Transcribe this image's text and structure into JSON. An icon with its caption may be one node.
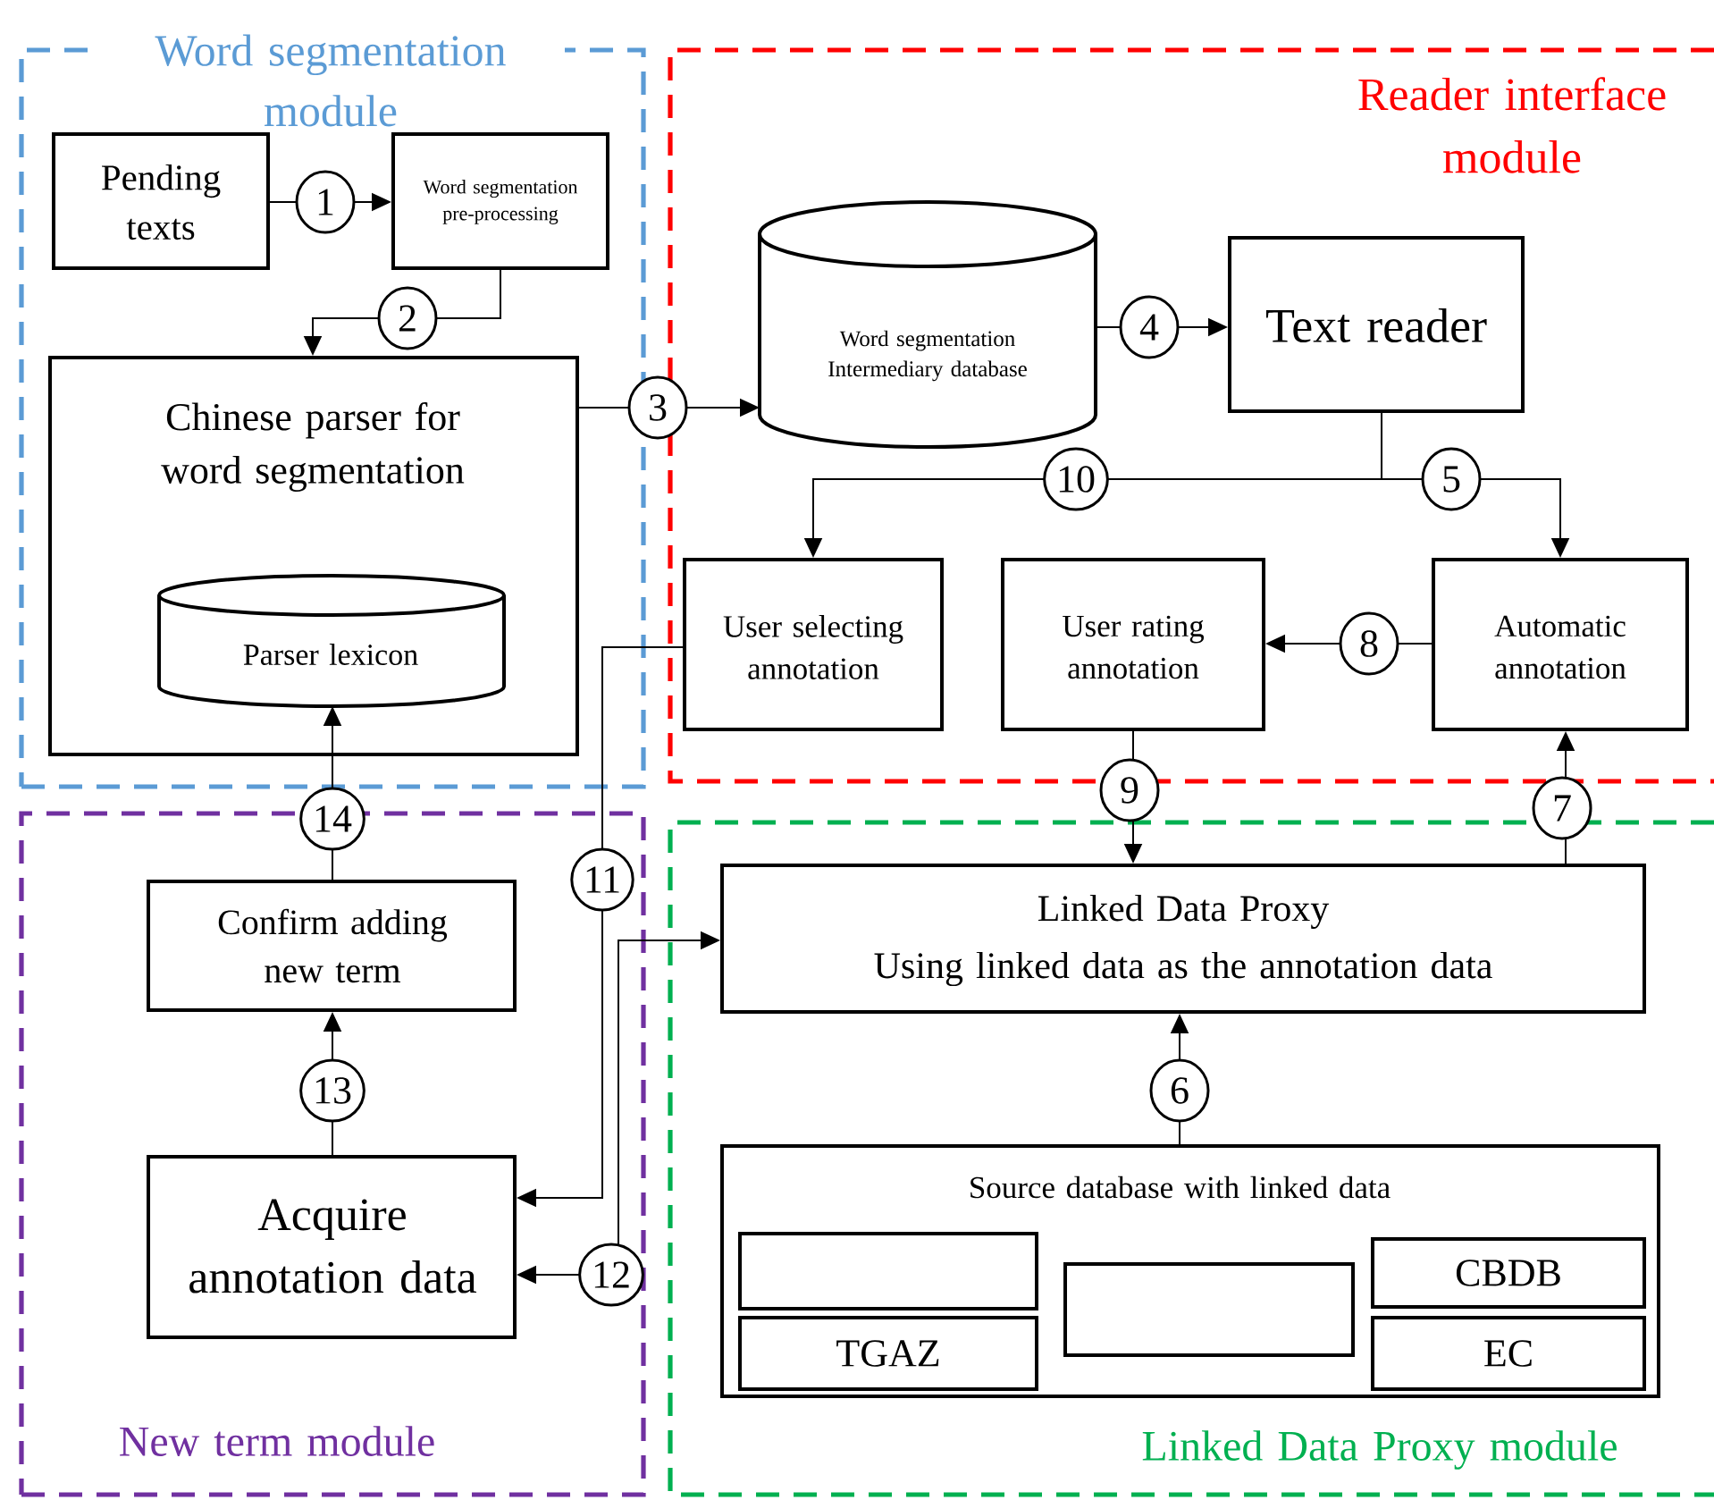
{
  "diagram": {
    "nodes": [
      {
        "text": [
          "Word segmentation module"
        ]
      },
      {
        "text": [
          "Pending texts"
        ],
        "in": 0
      },
      {
        "text": [
          "Word segmentation pre-processing"
        ],
        "in": 0
      },
      {
        "text": [
          "Chinese parser for word segmentation"
        ],
        "in": 0
      },
      {
        "text": [
          "Parser lexicon"
        ],
        "in": 3
      },
      {
        "text": [
          "Reader interface module"
        ]
      },
      {
        "text": [
          "Word segmentation Intermediary database"
        ],
        "in": 5
      },
      {
        "text": [
          "Text reader"
        ],
        "in": 5
      },
      {
        "text": [
          "User selecting annotation"
        ],
        "in": 5
      },
      {
        "text": [
          "User rating annotation"
        ],
        "in": 5
      },
      {
        "text": [
          "Automatic annotation"
        ],
        "in": 5
      },
      {
        "text": [
          "New term module"
        ]
      },
      {
        "text": [
          "Confirm adding new term"
        ],
        "in": 11
      },
      {
        "text": [
          "Acquire annotation data"
        ],
        "in": 11
      },
      {
        "text": [
          "Linked Data Proxy module"
        ]
      },
      {
        "text": [
          "Linked Data Proxy",
          "Using linked data as the annotation data"
        ],
        "in": 14
      },
      {
        "text": [
          "Source database with linked data"
        ],
        "in": 14
      },
      {
        "text": [],
        "shape": "box",
        "in": 16
      },
      {
        "text": [
          "TGAZ"
        ],
        "in": 16
      },
      {
        "text": [],
        "shape": "box",
        "in": 16
      },
      {
        "text": [
          "CBDB"
        ],
        "in": 16
      },
      {
        "text": [
          "EC"
        ],
        "in": 16
      }
    ],
    "edges": [
      {
        "from": 1,
        "to": 2,
        "arrow": "to",
        "label": "1"
      },
      {
        "from": 2,
        "to": 3,
        "arrow": "to",
        "label": "2"
      },
      {
        "from": 3,
        "to": 6,
        "arrow": "to",
        "label": "3"
      },
      {
        "from": 6,
        "to": 7,
        "arrow": "to",
        "label": "4"
      },
      {
        "from": 7,
        "to": 10,
        "arrow": "to",
        "label": "5"
      },
      {
        "from": 7,
        "to": 8,
        "arrow": "to",
        "label": "10"
      },
      {
        "from": 16,
        "to": 15,
        "arrow": "to",
        "label": "6"
      },
      {
        "from": 15,
        "to": 10,
        "arrow": "to",
        "label": "7"
      },
      {
        "from": 10,
        "to": 9,
        "arrow": "to",
        "label": "8"
      },
      {
        "from": 9,
        "to": 15,
        "arrow": "to",
        "label": "9"
      },
      {
        "from": 8,
        "to": 13,
        "arrow": "to",
        "label": "11"
      },
      {
        "from": 15,
        "to": 13,
        "arrow": "both",
        "label": "12"
      },
      {
        "from": 13,
        "to": 12,
        "arrow": "to",
        "label": "13"
      },
      {
        "from": 12,
        "to": 4,
        "arrow": "to",
        "label": "14"
      }
    ]
  }
}
